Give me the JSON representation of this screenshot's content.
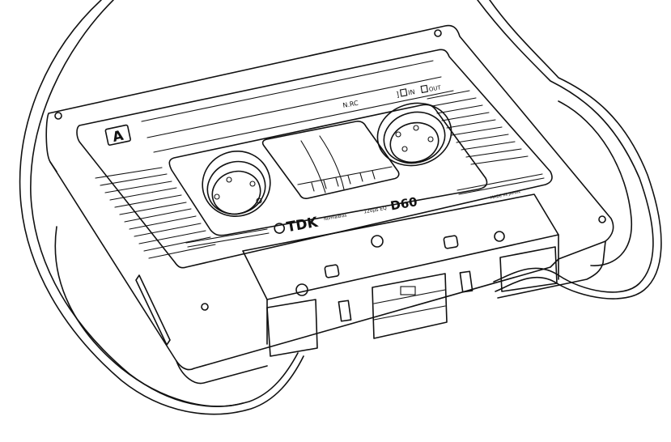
{
  "illustration": {
    "subject": "cassette-tape line drawing",
    "stroke_color": "#111111",
    "background_color": "#ffffff",
    "label": {
      "side": "A",
      "brand": "TDK",
      "bias": "NormalBias",
      "eq": "120μs EQ",
      "model": "D60",
      "handwritten_initials": "N.RC",
      "in_label": "IN",
      "out_label": "OUT",
      "origin": "MADE IN JAPAN"
    }
  }
}
